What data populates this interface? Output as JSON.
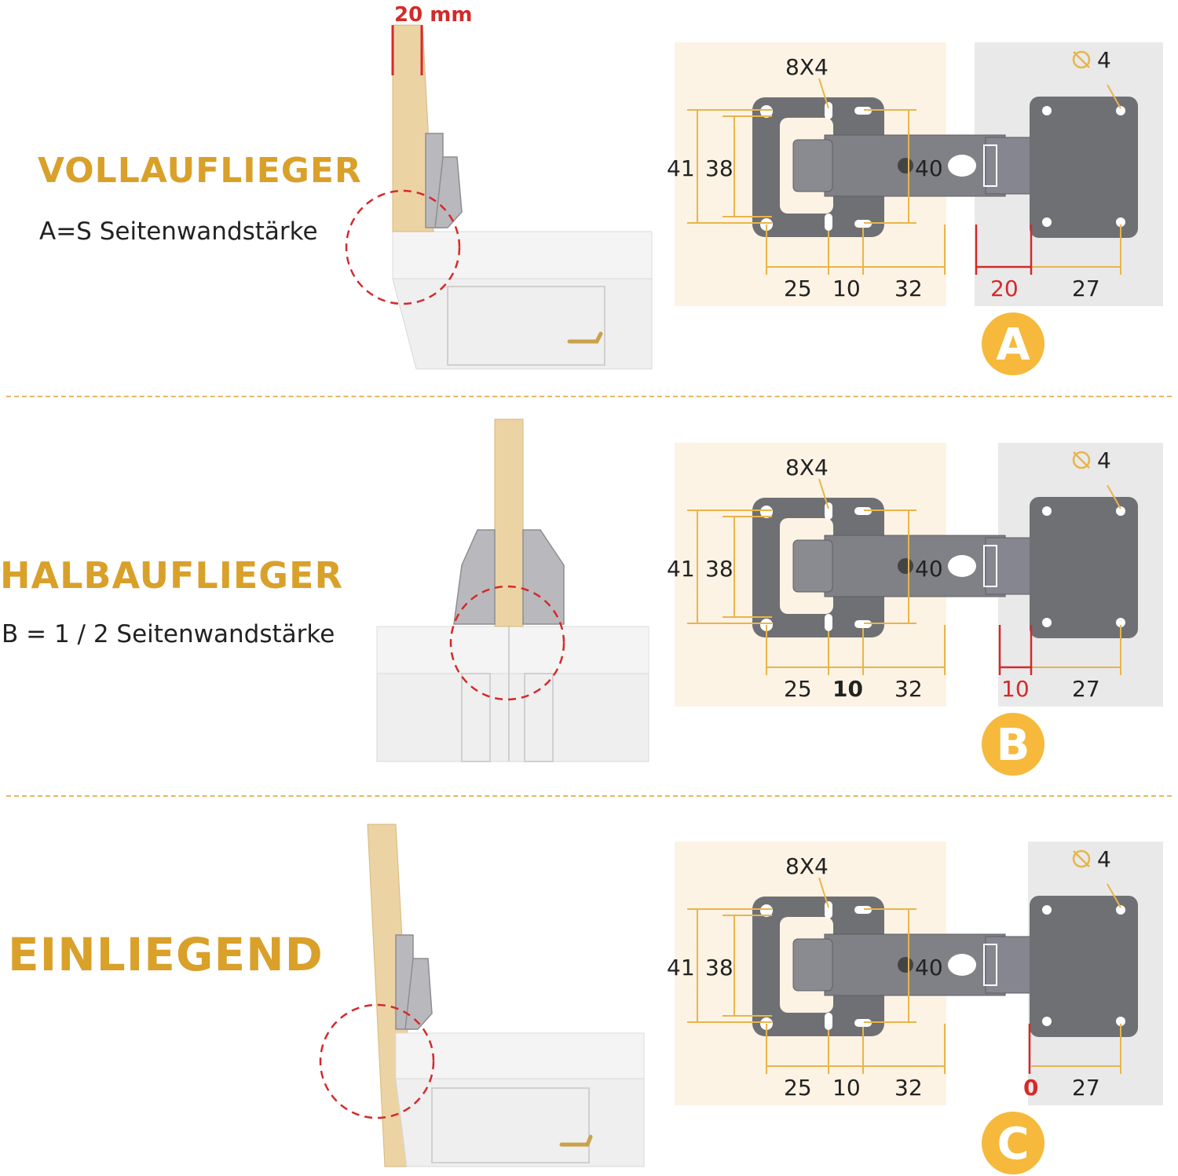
{
  "top_dimension": "20 mm",
  "sections": [
    {
      "title": "VOLLAUFLIEGER",
      "subtitle": "A=S Seitenwandstärke",
      "badge": "A",
      "slot_label": "8X4",
      "hole_label": "4",
      "dims_vertical": [
        "41",
        "38"
      ],
      "cup_label": "40",
      "dims_bottom": [
        "25",
        "10",
        "32"
      ],
      "overlay": "20",
      "plate_dim": "27"
    },
    {
      "title": "HALBAUFLIEGER",
      "subtitle": "B = 1 / 2 Seitenwandstärke",
      "badge": "B",
      "slot_label": "8X4",
      "hole_label": "4",
      "dims_vertical": [
        "41",
        "38"
      ],
      "cup_label": "40",
      "dims_bottom": [
        "25",
        "10",
        "32"
      ],
      "overlay": "10",
      "plate_dim": "27"
    },
    {
      "title": "EINLIEGEND",
      "subtitle": "",
      "badge": "C",
      "slot_label": "8X4",
      "hole_label": "4",
      "dims_vertical": [
        "41",
        "38"
      ],
      "cup_label": "40",
      "dims_bottom": [
        "25",
        "10",
        "32"
      ],
      "overlay": "0",
      "plate_dim": "27"
    }
  ],
  "colors": {
    "accent": "#d9a02a",
    "dimension_line": "#e8b54a",
    "red": "#d42a2a",
    "hinge_gray": "#6f7074",
    "beige_panel": "#fdf3e4",
    "gray_panel": "#e9e9ea",
    "wood": "#ecd3a4"
  }
}
